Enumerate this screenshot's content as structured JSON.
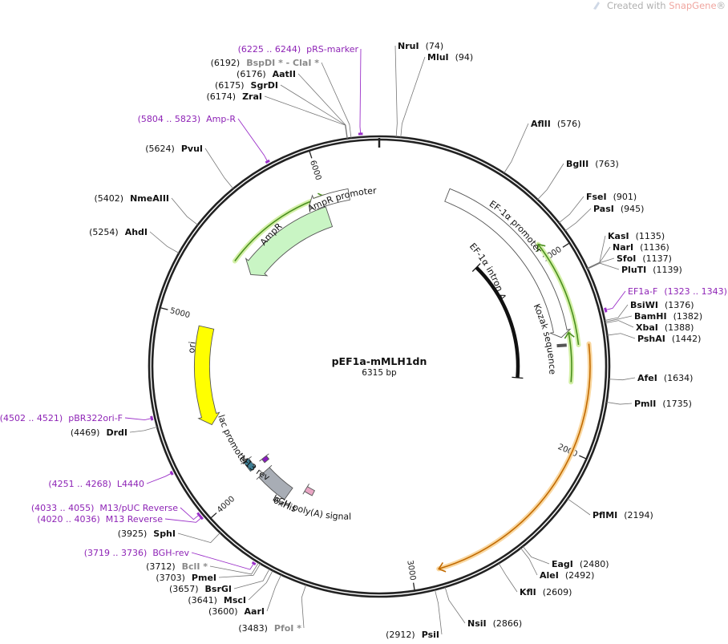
{
  "brand": {
    "prefix": "Created with ",
    "name": "SnapGene",
    "mark": "®"
  },
  "colors": {
    "backbone": "#222222",
    "primer": "#9b30c9",
    "amp": "#c9f5c4",
    "green_line": "#4a8f1f",
    "orange_line": "#c26a00",
    "orange_glow": "#f9d7a0",
    "ori": "#ffff00",
    "grey_feature": "#a8adb5",
    "teal_feature": "#3e7f95",
    "violet_feature": "#8a1ac0",
    "pink_feature": "#e9a6c4"
  },
  "plasmid": {
    "name": "pEF1a-mMLH1dn",
    "length_text": "6315 bp",
    "length": 6315
  },
  "ticks": [
    {
      "pos": 1000,
      "label": "1000"
    },
    {
      "pos": 2000,
      "label": "2000"
    },
    {
      "pos": 3000,
      "label": "3000"
    },
    {
      "pos": 4000,
      "label": "4000"
    },
    {
      "pos": 5000,
      "label": "5000"
    },
    {
      "pos": 6000,
      "label": "6000"
    }
  ],
  "sites": [
    {
      "name": "NruI",
      "pos": "(74)",
      "bp": 74,
      "side": "right"
    },
    {
      "name": "MluI",
      "pos": "(94)",
      "bp": 94,
      "side": "right"
    },
    {
      "name": "AflII",
      "pos": "(576)",
      "bp": 576,
      "side": "right"
    },
    {
      "name": "BglII",
      "pos": "(763)",
      "bp": 763,
      "side": "right"
    },
    {
      "name": "FseI",
      "pos": "(901)",
      "bp": 901,
      "side": "right"
    },
    {
      "name": "PasI",
      "pos": "(945)",
      "bp": 945,
      "side": "right"
    },
    {
      "name": "KasI",
      "pos": "(1135)",
      "bp": 1135,
      "side": "right"
    },
    {
      "name": "NarI",
      "pos": "(1136)",
      "bp": 1136,
      "side": "right"
    },
    {
      "name": "SfoI",
      "pos": "(1137)",
      "bp": 1137,
      "side": "right"
    },
    {
      "name": "PluTI",
      "pos": "(1139)",
      "bp": 1139,
      "side": "right"
    },
    {
      "name": "BsiWI",
      "pos": "(1376)",
      "bp": 1376,
      "side": "right"
    },
    {
      "name": "BamHI",
      "pos": "(1382)",
      "bp": 1382,
      "side": "right"
    },
    {
      "name": "XbaI",
      "pos": "(1388)",
      "bp": 1388,
      "side": "right"
    },
    {
      "name": "PshAI",
      "pos": "(1442)",
      "bp": 1442,
      "side": "right"
    },
    {
      "name": "AfeI",
      "pos": "(1634)",
      "bp": 1634,
      "side": "right"
    },
    {
      "name": "PmlI",
      "pos": "(1735)",
      "bp": 1735,
      "side": "right"
    },
    {
      "name": "PflMI",
      "pos": "(2194)",
      "bp": 2194,
      "side": "right"
    },
    {
      "name": "EagI",
      "pos": "(2480)",
      "bp": 2480,
      "side": "right"
    },
    {
      "name": "AleI",
      "pos": "(2492)",
      "bp": 2492,
      "side": "right"
    },
    {
      "name": "KflI",
      "pos": "(2609)",
      "bp": 2609,
      "side": "right"
    },
    {
      "name": "NsiI",
      "pos": "(2866)",
      "bp": 2866,
      "side": "right"
    },
    {
      "name": "PsiI",
      "pos": "(2912)",
      "bp": 2912,
      "side": "left"
    },
    {
      "name": "PfoI *",
      "pos": "(3483)",
      "bp": 3483,
      "side": "left",
      "grey": true
    },
    {
      "name": "AarI",
      "pos": "(3600)",
      "bp": 3600,
      "side": "left"
    },
    {
      "name": "MscI",
      "pos": "(3641)",
      "bp": 3641,
      "side": "left"
    },
    {
      "name": "BsrGI",
      "pos": "(3657)",
      "bp": 3657,
      "side": "left"
    },
    {
      "name": "PmeI",
      "pos": "(3703)",
      "bp": 3703,
      "side": "left"
    },
    {
      "name": "BclI *",
      "pos": "(3712)",
      "bp": 3712,
      "side": "left",
      "grey": true
    },
    {
      "name": "SphI",
      "pos": "(3925)",
      "bp": 3925,
      "side": "left"
    },
    {
      "name": "DrdI",
      "pos": "(4469)",
      "bp": 4469,
      "side": "left"
    },
    {
      "name": "AhdI",
      "pos": "(5254)",
      "bp": 5254,
      "side": "left"
    },
    {
      "name": "NmeAIII",
      "pos": "(5402)",
      "bp": 5402,
      "side": "left"
    },
    {
      "name": "PvuI",
      "pos": "(5624)",
      "bp": 5624,
      "side": "left"
    },
    {
      "name": "ZraI",
      "pos": "(6174)",
      "bp": 6174,
      "side": "left"
    },
    {
      "name": "SgrDI",
      "pos": "(6175)",
      "bp": 6175,
      "side": "left"
    },
    {
      "name": "AatII",
      "pos": "(6176)",
      "bp": 6176,
      "side": "left"
    },
    {
      "name": "BspDI * - ClaI *",
      "pos": "(6192)",
      "bp": 6192,
      "side": "left",
      "grey": true
    }
  ],
  "primers": [
    {
      "name": "pRS-marker",
      "range": "(6225 .. 6244)",
      "start": 6225,
      "end": 6244,
      "side": "left"
    },
    {
      "name": "EF1a-F",
      "range": "(1323 .. 1343)",
      "start": 1323,
      "end": 1343,
      "side": "right"
    },
    {
      "name": "Amp-R",
      "range": "(5804 .. 5823)",
      "start": 5804,
      "end": 5823,
      "side": "left"
    },
    {
      "name": "pBR322ori-F",
      "range": "(4502 .. 4521)",
      "start": 4502,
      "end": 4521,
      "side": "left"
    },
    {
      "name": "L4440",
      "range": "(4251 .. 4268)",
      "start": 4251,
      "end": 4268,
      "side": "left"
    },
    {
      "name": "M13/pUC Reverse",
      "range": "(4033 .. 4055)",
      "start": 4033,
      "end": 4055,
      "side": "left"
    },
    {
      "name": "M13 Reverse",
      "range": "(4020 .. 4036)",
      "start": 4020,
      "end": 4036,
      "side": "left"
    },
    {
      "name": "BGH-rev",
      "range": "(3719 .. 3736)",
      "start": 3719,
      "end": 3736,
      "side": "left"
    }
  ],
  "features": [
    {
      "label": "EF-1α promoter"
    },
    {
      "label": "EF-1α intron A"
    },
    {
      "label": "Kozak sequence"
    },
    {
      "label": "AmpR promoter"
    },
    {
      "label": "AmpR"
    },
    {
      "label": "ori"
    },
    {
      "label": "lac promoter"
    },
    {
      "label": "M13 rev"
    },
    {
      "label": "bGH poly(A) signal"
    },
    {
      "label": "6xHis"
    }
  ]
}
